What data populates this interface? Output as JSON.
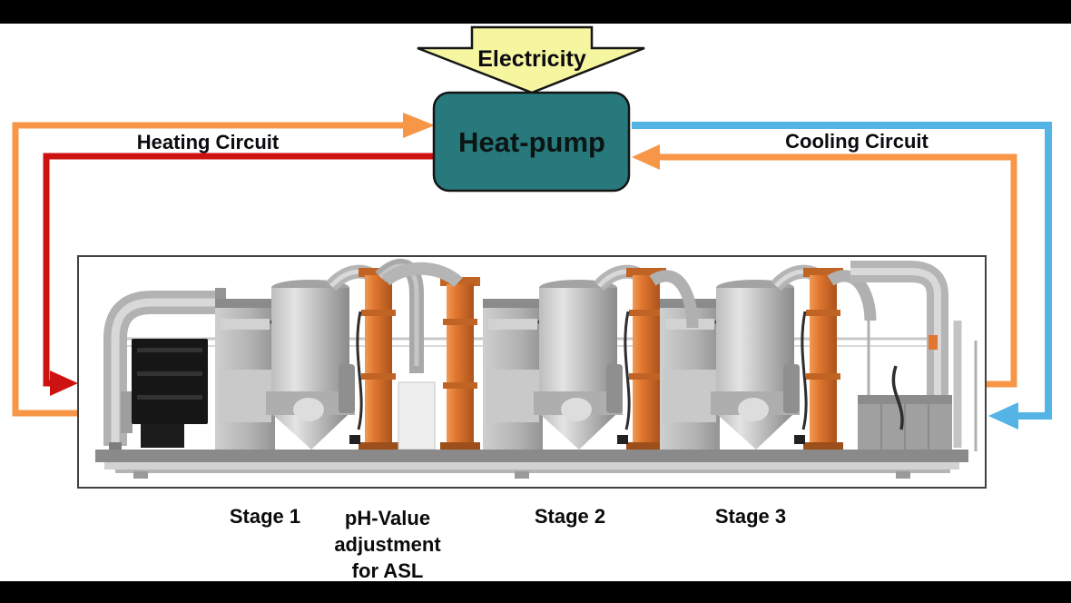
{
  "electricity": {
    "label": "Electricity",
    "fill": "#f6f6a1"
  },
  "heat_pump": {
    "label": "Heat-pump",
    "fill": "#27797c"
  },
  "heating_circuit": {
    "label": "Heating Circuit",
    "supply_color": "#f79646",
    "return_color": "#ce1212"
  },
  "cooling_circuit": {
    "label": "Cooling Circuit",
    "supply_color": "#55b4e6",
    "return_color": "#f79646"
  },
  "plant": {
    "stage_labels": [
      "Stage 1",
      "Stage 2",
      "Stage 3"
    ],
    "ph_adjustment_lines": [
      "pH-Value",
      "adjustment",
      "for ASL"
    ],
    "accent_color": "#e0762f"
  }
}
